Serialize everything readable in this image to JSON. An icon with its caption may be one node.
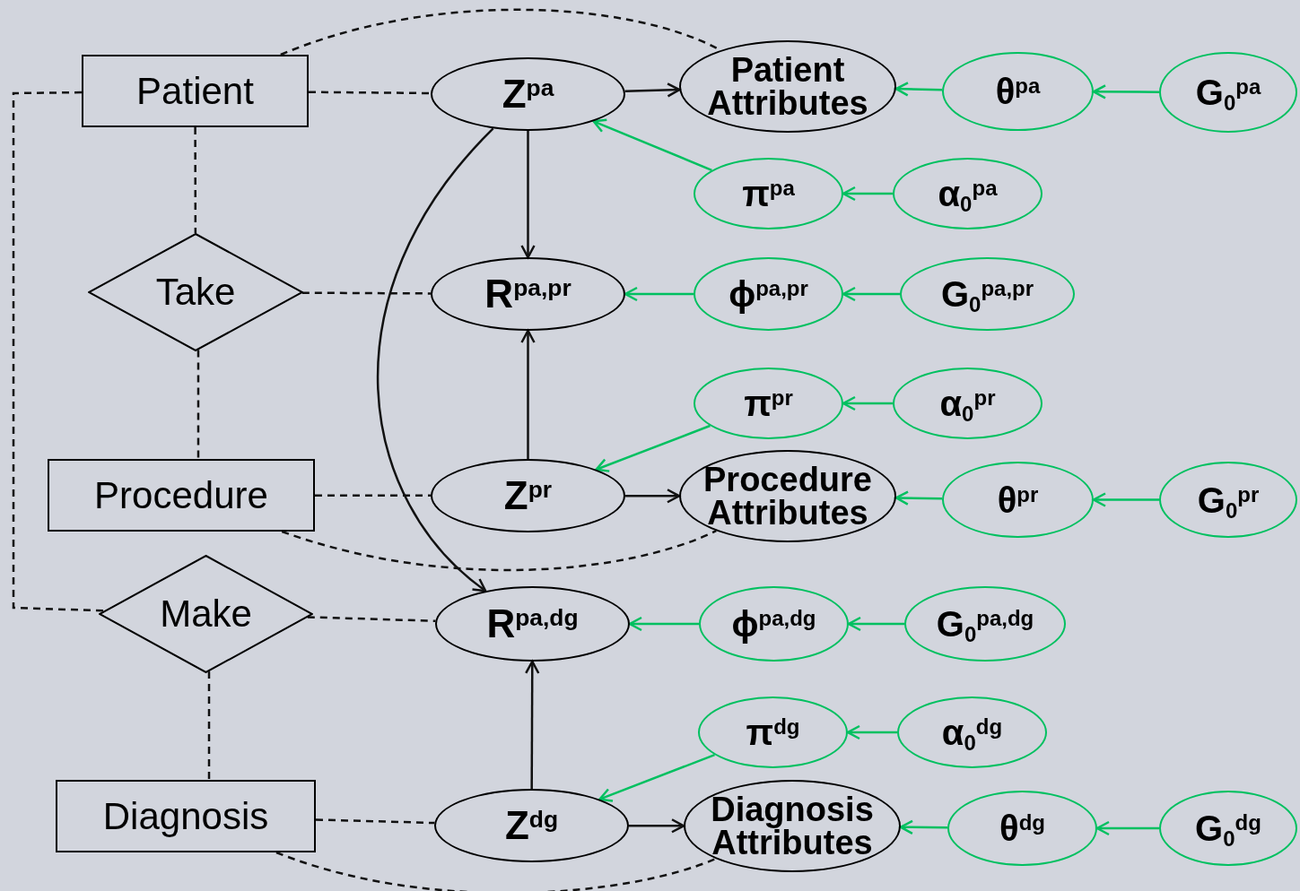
{
  "diagram": {
    "nodes": [
      {
        "text": [
          "Patient"
        ]
      },
      {
        "text": [
          "Take"
        ]
      },
      {
        "text": [
          "Procedure"
        ]
      },
      {
        "text": [
          "Make"
        ]
      },
      {
        "text": [
          "Diagnosis"
        ]
      },
      {
        "text": [
          "Z$^{pa}$"
        ]
      },
      {
        "text": [
          "Patient Attributes"
        ]
      },
      {
        "text": [
          "θ$^{pa}$"
        ]
      },
      {
        "text": [
          "G$_{0}$$^{pa}$"
        ]
      },
      {
        "text": [
          "π$^{pa}$"
        ]
      },
      {
        "text": [
          "α$_{0}$$^{pa}$"
        ]
      },
      {
        "text": [
          "R$^{pa,pr}$"
        ]
      },
      {
        "text": [
          "ϕ$^{pa,pr}$"
        ]
      },
      {
        "text": [
          "G$_{0}$$^{pa,pr}$"
        ]
      },
      {
        "text": [
          "π$^{pr}$"
        ]
      },
      {
        "text": [
          "α$_{0}$$^{pr}$"
        ]
      },
      {
        "text": [
          "Z$^{pr}$"
        ]
      },
      {
        "text": [
          "Procedure Attributes"
        ]
      },
      {
        "text": [
          "θ$^{pr}$"
        ]
      },
      {
        "text": [
          "G$_{0}$$^{pr}$"
        ]
      },
      {
        "text": [
          "R$^{pa,dg}$"
        ]
      },
      {
        "text": [
          "ϕ$^{pa,dg}$"
        ]
      },
      {
        "text": [
          "G$_{0}$$^{pa,dg}$"
        ]
      },
      {
        "text": [
          "π$^{dg}$"
        ]
      },
      {
        "text": [
          "α$_{0}$$^{dg}$"
        ]
      },
      {
        "text": [
          "Z$^{dg}$"
        ]
      },
      {
        "text": [
          "Diagnosis Attributes"
        ]
      },
      {
        "text": [
          "θ$^{dg}$"
        ]
      },
      {
        "text": [
          "G$_{0}$$^{dg}$"
        ]
      }
    ],
    "edges": [
      {
        "from": 0,
        "to": 5,
        "arrow": "none",
        "style": "dashed"
      },
      {
        "from": 0,
        "to": 6,
        "arrow": "none",
        "style": "dashed"
      },
      {
        "from": 0,
        "to": 1,
        "arrow": "none",
        "style": "dashed"
      },
      {
        "from": 0,
        "to": 3,
        "arrow": "none",
        "style": "dashed"
      },
      {
        "from": 1,
        "to": 11,
        "arrow": "none",
        "style": "dashed"
      },
      {
        "from": 1,
        "to": 2,
        "arrow": "none",
        "style": "dashed"
      },
      {
        "from": 2,
        "to": 16,
        "arrow": "none",
        "style": "dashed"
      },
      {
        "from": 2,
        "to": 17,
        "arrow": "none",
        "style": "dashed"
      },
      {
        "from": 3,
        "to": 20,
        "arrow": "none",
        "style": "dashed"
      },
      {
        "from": 3,
        "to": 4,
        "arrow": "none",
        "style": "dashed"
      },
      {
        "from": 4,
        "to": 25,
        "arrow": "none",
        "style": "dashed"
      },
      {
        "from": 4,
        "to": 26,
        "arrow": "none",
        "style": "dashed"
      },
      {
        "from": 5,
        "to": 6,
        "arrow": "to"
      },
      {
        "from": 5,
        "to": 11,
        "arrow": "to"
      },
      {
        "from": 5,
        "to": 20,
        "arrow": "to"
      },
      {
        "from": 16,
        "to": 11,
        "arrow": "to"
      },
      {
        "from": 16,
        "to": 17,
        "arrow": "to"
      },
      {
        "from": 25,
        "to": 20,
        "arrow": "to"
      },
      {
        "from": 25,
        "to": 26,
        "arrow": "to"
      },
      {
        "from": 7,
        "to": 6,
        "arrow": "to",
        "color": "#00c060"
      },
      {
        "from": 8,
        "to": 7,
        "arrow": "to",
        "color": "#00c060"
      },
      {
        "from": 9,
        "to": 5,
        "arrow": "to",
        "color": "#00c060"
      },
      {
        "from": 10,
        "to": 9,
        "arrow": "to",
        "color": "#00c060"
      },
      {
        "from": 12,
        "to": 11,
        "arrow": "to",
        "color": "#00c060"
      },
      {
        "from": 13,
        "to": 12,
        "arrow": "to",
        "color": "#00c060"
      },
      {
        "from": 14,
        "to": 16,
        "arrow": "to",
        "color": "#00c060"
      },
      {
        "from": 15,
        "to": 14,
        "arrow": "to",
        "color": "#00c060"
      },
      {
        "from": 18,
        "to": 17,
        "arrow": "to",
        "color": "#00c060"
      },
      {
        "from": 19,
        "to": 18,
        "arrow": "to",
        "color": "#00c060"
      },
      {
        "from": 21,
        "to": 20,
        "arrow": "to",
        "color": "#00c060"
      },
      {
        "from": 22,
        "to": 21,
        "arrow": "to",
        "color": "#00c060"
      },
      {
        "from": 23,
        "to": 25,
        "arrow": "to",
        "color": "#00c060"
      },
      {
        "from": 24,
        "to": 23,
        "arrow": "to",
        "color": "#00c060"
      },
      {
        "from": 27,
        "to": 26,
        "arrow": "to",
        "color": "#00c060"
      },
      {
        "from": 28,
        "to": 27,
        "arrow": "to",
        "color": "#00c060"
      }
    ]
  }
}
